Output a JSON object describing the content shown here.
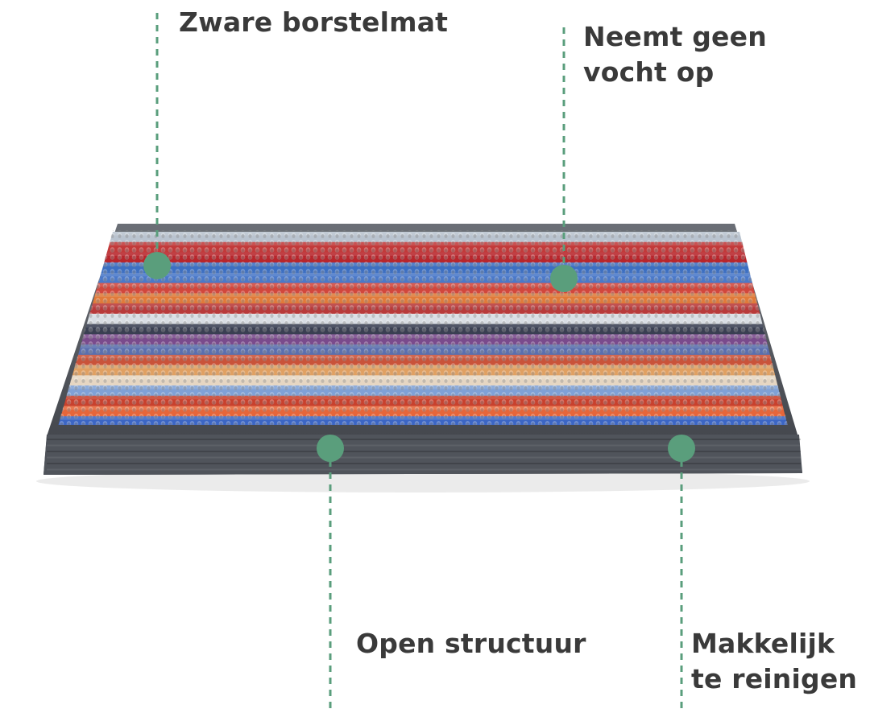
{
  "annotations": {
    "zware_borstelmat": "Zware borstelmat",
    "neemt_geen_vocht": "Neemt geen\nvocht op",
    "open_structuur": "Open structuur",
    "makkelijk_reinigen": "Makkelijk\nte reinigen"
  },
  "colors": {
    "accent_green": "#5a9e7c",
    "label_text": "#3a3a3a",
    "mat_frame": "#5b5f66",
    "mat_frame_dark": "#44474d"
  },
  "mat_stripes": [
    "#b9c3cf",
    "#c23a3a",
    "#b8262c",
    "#3d6fc1",
    "#4b79c9",
    "#d1473d",
    "#e07a3a",
    "#b83a3a",
    "#d8dde3",
    "#3a3f52",
    "#7a4b8c",
    "#5b6fae",
    "#c9533a",
    "#e0a062",
    "#e6d6c2",
    "#7fa1d6",
    "#c8412e",
    "#e6663a",
    "#3c66c4"
  ]
}
